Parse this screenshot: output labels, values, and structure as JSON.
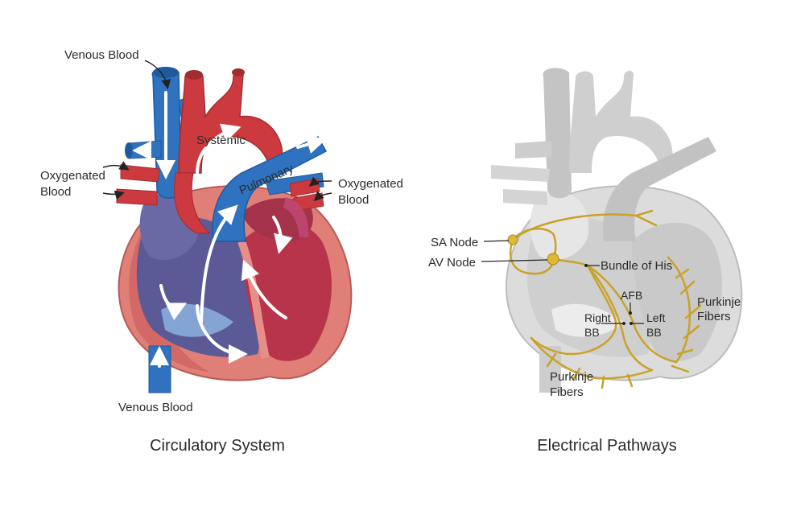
{
  "left_panel": {
    "caption": "Circulatory System",
    "labels": {
      "venous_top": "Venous Blood",
      "venous_bottom": "Venous Blood",
      "oxygenated_left_1": "Oxygenated",
      "oxygenated_left_2": "Blood",
      "oxygenated_right_1": "Oxygenated",
      "oxygenated_right_2": "Blood",
      "systemic": "Systemic",
      "pulmonary": "Pulmonary"
    }
  },
  "right_panel": {
    "caption": "Electrical Pathways",
    "labels": {
      "sa_node": "SA Node",
      "av_node": "AV Node",
      "bundle_of_his": "Bundle of His",
      "afb": "AFB",
      "right_bb_1": "Right",
      "right_bb_2": "BB",
      "left_bb_1": "Left",
      "left_bb_2": "BB",
      "purkinje_right_1": "Purkinje",
      "purkinje_right_2": "Fibers",
      "purkinje_bottom_1": "Purkinje",
      "purkinje_bottom_2": "Fibers"
    }
  },
  "colors": {
    "blood_venous": "#2f73c0",
    "blood_arterial": "#cc3a3f",
    "muscle": "#e07f77",
    "chamber_venous": "#5b5a96",
    "chamber_arterial": "#b8344a",
    "grey_heart": "#d4d4d4",
    "conduction": "#c9a227"
  }
}
